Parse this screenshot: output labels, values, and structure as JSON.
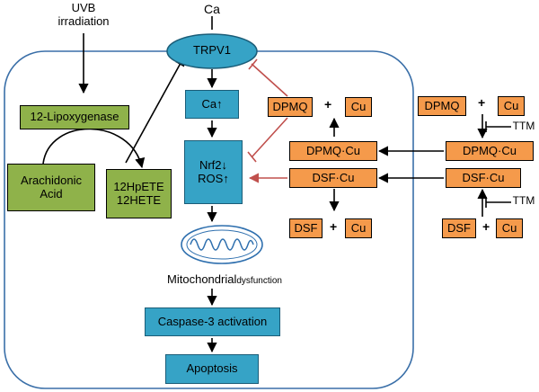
{
  "uvb": {
    "line1": "UVB",
    "line2": "irradiation"
  },
  "ca_top": "Ca",
  "trpv1": "TRPV1",
  "lipoxygenase": "12-Lipoxygenase",
  "arachidonic": {
    "line1": "Arachidonic",
    "line2": "Acid"
  },
  "hpete": {
    "line1": "12HpETE",
    "line2": "12HETE"
  },
  "ca_up": "Ca↑",
  "nrf2": "Nrf2↓",
  "ros": "ROS↑",
  "mito_label": {
    "main": "Mitochondrial",
    "small": "dysfunction"
  },
  "caspase": "Caspase-3 activation",
  "apoptosis": "Apoptosis",
  "inner": {
    "dpmq": "DPMQ",
    "cu1": "Cu",
    "plus": "+",
    "dpmq_cu": "DPMQ·Cu",
    "dsf_cu": "DSF·Cu",
    "dsf": "DSF",
    "cu2": "Cu"
  },
  "outer": {
    "dpmq": "DPMQ",
    "cu1": "Cu",
    "plus": "+",
    "ttm1": "TTM",
    "dpmq_cu": "DPMQ·Cu",
    "dsf_cu": "DSF·Cu",
    "ttm2": "TTM",
    "dsf": "DSF",
    "cu2": "Cu"
  },
  "colors": {
    "green": "#8fb24a",
    "blue": "#36a3c6",
    "orange": "#f59a4b",
    "cell_border": "#3a6fa8",
    "inhibit_red": "#c0504d",
    "mito_outer": "#2e6fae"
  }
}
